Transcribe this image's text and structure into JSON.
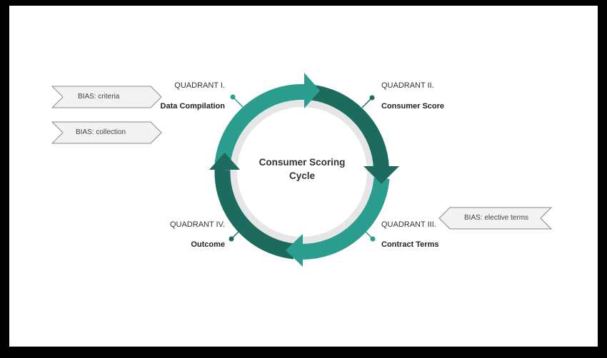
{
  "center": {
    "line1": "Consumer Scoring",
    "line2": "Cycle"
  },
  "quadrants": [
    {
      "number": "QUADRANT I.",
      "name": "Data Compilation"
    },
    {
      "number": "QUADRANT II.",
      "name": "Consumer Score"
    },
    {
      "number": "QUADRANT III.",
      "name": "Contract Terms"
    },
    {
      "number": "QUADRANT IV.",
      "name": "Outcome"
    }
  ],
  "bias_tags": [
    {
      "text": "BIAS: criteria"
    },
    {
      "text": "BIAS: collection"
    },
    {
      "text": "BIAS: elective terms"
    }
  ],
  "colors": {
    "teal_light": "#2a9d8f",
    "teal_dark": "#1d6b5f",
    "inner_ring": "#e6e6e6",
    "tag_fill": "#f2f2f2",
    "tag_stroke": "#8a8a8a"
  }
}
